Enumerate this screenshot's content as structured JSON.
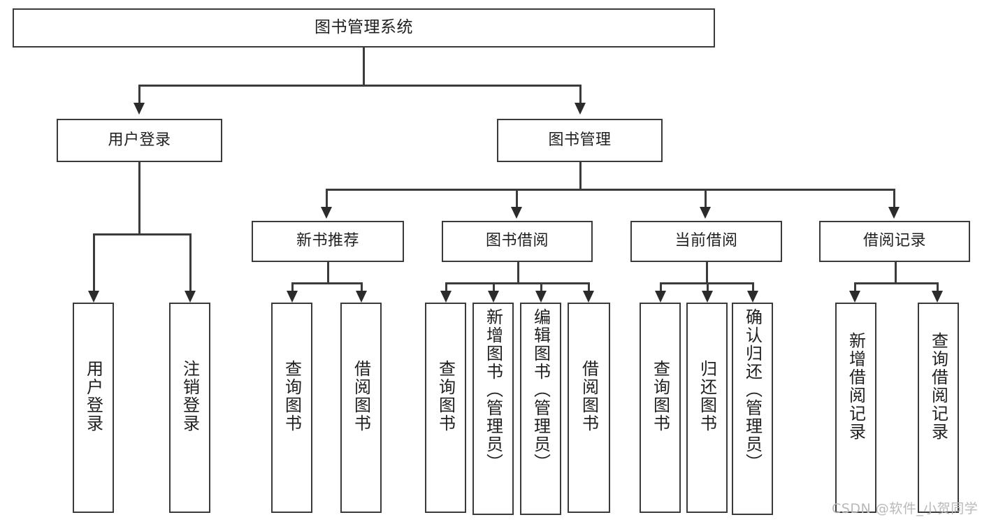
{
  "diagram": {
    "title": "图书管理系统",
    "type": "tree-hierarchy",
    "root": {
      "id": "root",
      "label": "图书管理系统"
    },
    "level2": [
      {
        "id": "user-login",
        "label": "用户登录"
      },
      {
        "id": "book-manage",
        "label": "图书管理"
      }
    ],
    "level3": [
      {
        "id": "new-book-rec",
        "label": "新书推荐"
      },
      {
        "id": "book-borrow",
        "label": "图书借阅"
      },
      {
        "id": "current-borrow",
        "label": "当前借阅"
      },
      {
        "id": "borrow-record",
        "label": "借阅记录"
      }
    ],
    "leaves": {
      "user_login": [
        {
          "id": "leaf-user-login",
          "label": "用户登录"
        },
        {
          "id": "leaf-logout-login",
          "label": "注销登录"
        }
      ],
      "new_book_rec": [
        {
          "id": "leaf-query-book-1",
          "label": "查询图书"
        },
        {
          "id": "leaf-borrow-book-1",
          "label": "借阅图书"
        }
      ],
      "book_borrow": [
        {
          "id": "leaf-query-book-2",
          "label": "查询图书"
        },
        {
          "id": "leaf-add-book",
          "label": "新增图书（管理员）"
        },
        {
          "id": "leaf-edit-book",
          "label": "编辑图书（管理员）"
        },
        {
          "id": "leaf-borrow-book-2",
          "label": "借阅图书"
        }
      ],
      "current_borrow": [
        {
          "id": "leaf-query-book-3",
          "label": "查询图书"
        },
        {
          "id": "leaf-return-book",
          "label": "归还图书"
        },
        {
          "id": "leaf-confirm-return",
          "label": "确认归还（管理员）"
        }
      ],
      "borrow_record": [
        {
          "id": "leaf-add-record",
          "label": "新增借阅记录"
        },
        {
          "id": "leaf-query-record",
          "label": "查询借阅记录"
        }
      ]
    },
    "colors": {
      "stroke": "#3b3b3b",
      "arrow": "#2b2b2b",
      "text": "#1f1f1f",
      "background": "#ffffff",
      "watermark": "#b9b9b9"
    }
  },
  "watermark": {
    "text": "CSDN @软件_小贺同学"
  }
}
